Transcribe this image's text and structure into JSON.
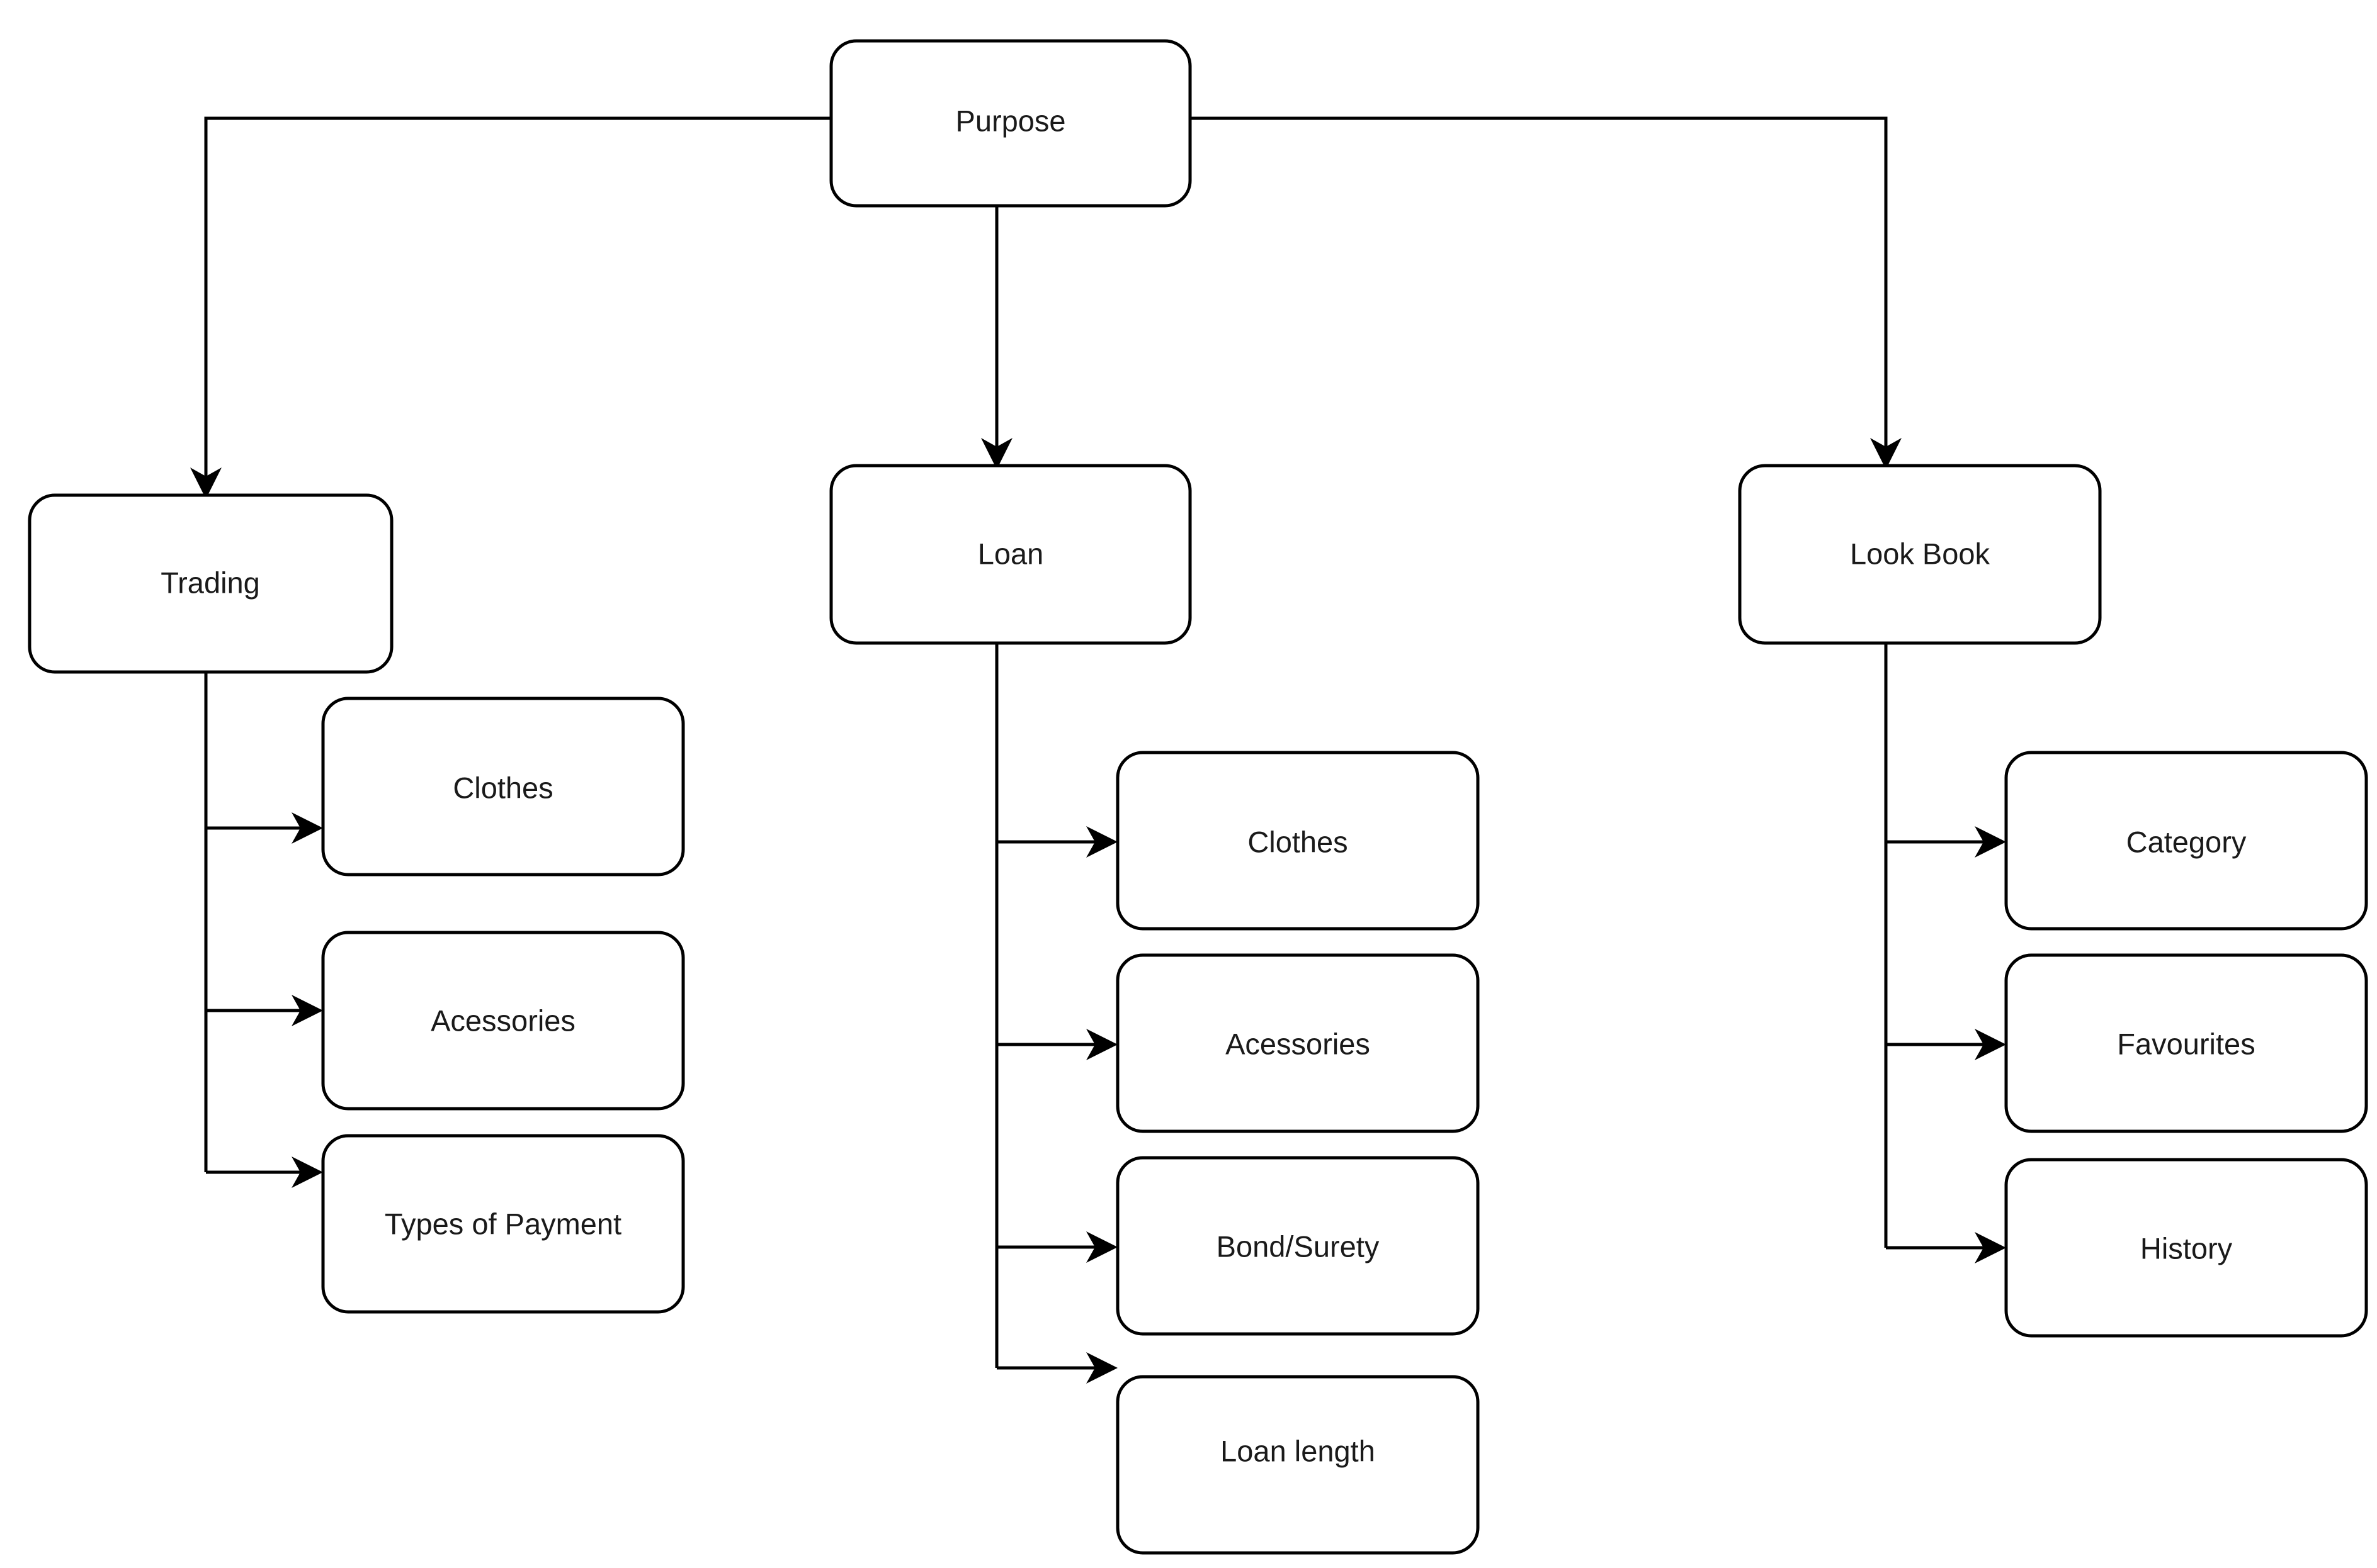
{
  "diagram": {
    "type": "flowchart",
    "orientation": "top-down",
    "title": "Purpose",
    "background_color": "#ffffff",
    "stroke_color": "#000000",
    "text_color": "#1a1a1a",
    "root": {
      "id": "purpose",
      "label": "Purpose"
    },
    "branches": [
      {
        "id": "trading",
        "label": "Trading",
        "children": [
          {
            "id": "trading-clothes",
            "label": "Clothes"
          },
          {
            "id": "trading-acessories",
            "label": "Acessories"
          },
          {
            "id": "trading-types-of-payment",
            "label": "Types of Payment"
          }
        ]
      },
      {
        "id": "loan",
        "label": "Loan",
        "children": [
          {
            "id": "loan-clothes",
            "label": "Clothes"
          },
          {
            "id": "loan-acessories",
            "label": "Acessories"
          },
          {
            "id": "loan-bond-surety",
            "label": "Bond/Surety"
          },
          {
            "id": "loan-loan-length",
            "label": "Loan length"
          }
        ]
      },
      {
        "id": "look-book",
        "label": "Look Book",
        "children": [
          {
            "id": "lookbook-category",
            "label": "Category"
          },
          {
            "id": "lookbook-favourites",
            "label": "Favourites"
          },
          {
            "id": "lookbook-history",
            "label": "History"
          }
        ]
      }
    ]
  }
}
